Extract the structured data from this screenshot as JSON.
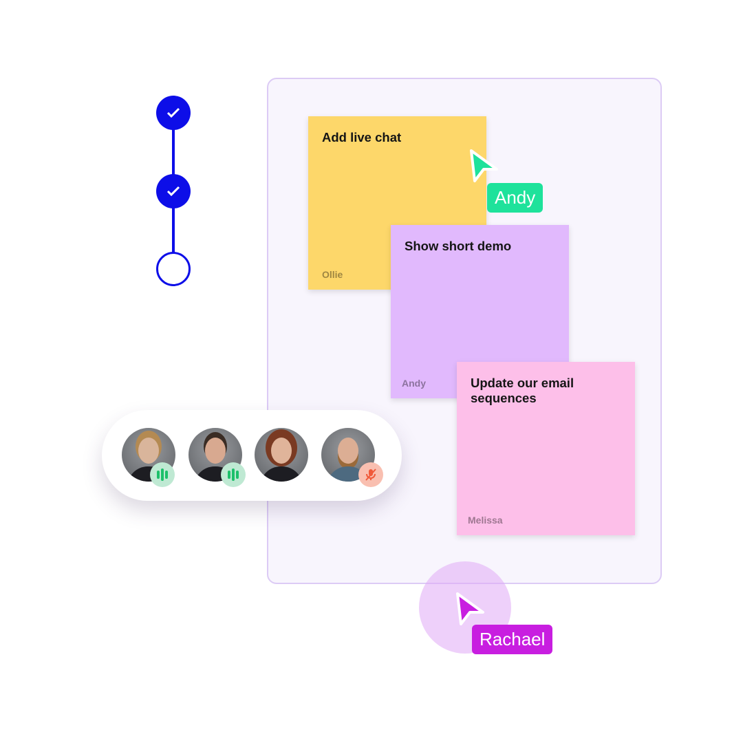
{
  "steps": [
    {
      "state": "done"
    },
    {
      "state": "done"
    },
    {
      "state": "todo"
    }
  ],
  "notes": [
    {
      "title": "Add live chat",
      "author": "Ollie",
      "color": "#fdd76a"
    },
    {
      "title": "Show short demo",
      "author": "Andy",
      "color": "#e1b9fd"
    },
    {
      "title": "Update our email sequences",
      "author": "Melissa",
      "color": "#fdbfe9"
    }
  ],
  "cursors": [
    {
      "name": "Andy",
      "color": "#1ee29b"
    },
    {
      "name": "Rachael",
      "color": "#c81ee0"
    }
  ],
  "participants": [
    {
      "status": "speaking"
    },
    {
      "status": "speaking"
    },
    {
      "status": "none"
    },
    {
      "status": "muted"
    }
  ]
}
